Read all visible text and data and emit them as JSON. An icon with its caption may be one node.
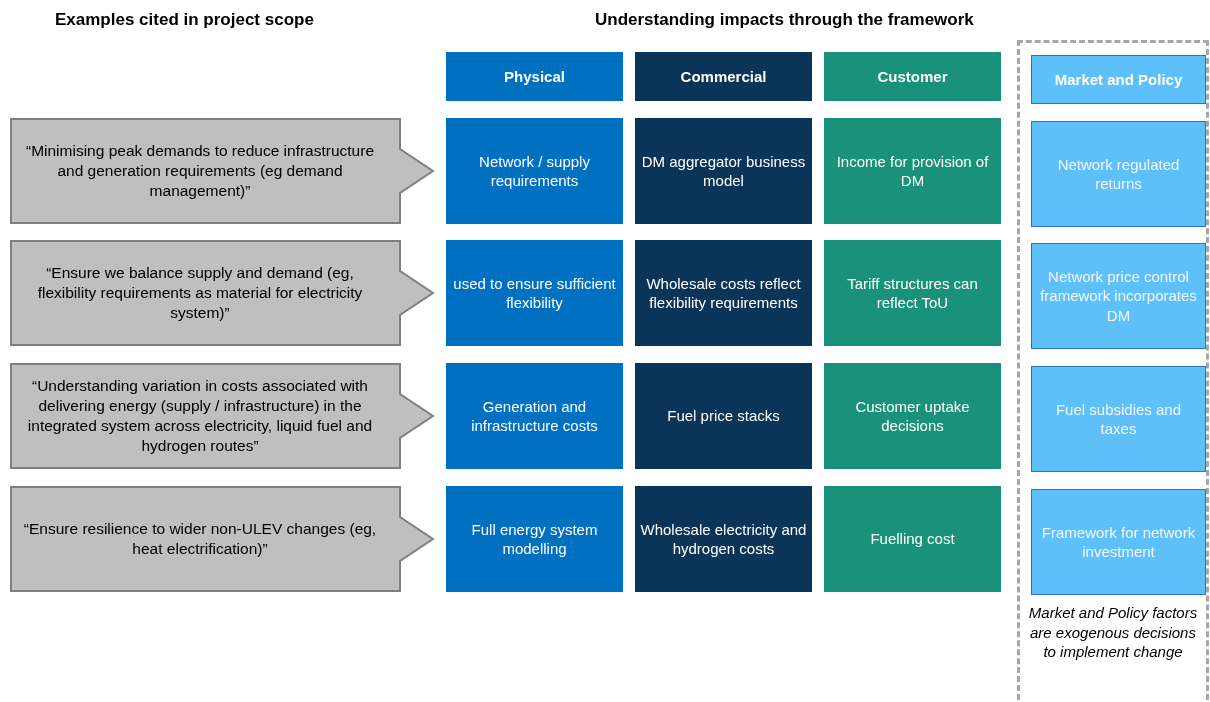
{
  "diagram": {
    "nodes": [
      {
        "text": [
          "Physical"
        ]
      },
      {
        "text": [
          "Commercial"
        ]
      },
      {
        "text": [
          "Customer"
        ]
      },
      {
        "text": [
          "Market and Policy factors are exogenous decisions to implement change"
        ]
      },
      {
        "text": [
          "Market and Policy"
        ],
        "in": 3
      },
      {
        "text": [
          "“Minimising peak demands to reduce infrastructure and generation requirements (eg demand management)”"
        ]
      },
      {
        "text": [
          "Network / supply requirements"
        ]
      },
      {
        "text": [
          "DM aggregator business model"
        ]
      },
      {
        "text": [
          "Income for provision of DM"
        ]
      },
      {
        "text": [
          "Network regulated returns"
        ],
        "in": 3
      },
      {
        "text": [
          "“Ensure we balance supply and demand  (eg, flexibility requirements as material for electricity system)”"
        ]
      },
      {
        "text": [
          "used to ensure sufficient flexibility"
        ]
      },
      {
        "text": [
          "Wholesale costs reflect flexibility requirements"
        ]
      },
      {
        "text": [
          "Tariff structures can reflect ToU"
        ]
      },
      {
        "text": [
          "Network price control framework incorporates DM"
        ],
        "in": 3
      },
      {
        "text": [
          "“Understanding variation in costs associated with delivering energy (supply / infrastructure) in the integrated system across electricity, liquid fuel and hydrogen routes”"
        ]
      },
      {
        "text": [
          "Generation and infrastructure costs"
        ]
      },
      {
        "text": [
          "Fuel price stacks"
        ]
      },
      {
        "text": [
          "Customer uptake decisions"
        ]
      },
      {
        "text": [
          "Fuel subsidies and taxes"
        ],
        "in": 3
      },
      {
        "text": [
          "“Ensure resilience to wider non-ULEV changes (eg, heat electrification)”"
        ]
      },
      {
        "text": [
          "Full energy system modelling"
        ]
      },
      {
        "text": [
          "Wholesale electricity and hydrogen costs"
        ]
      },
      {
        "text": [
          "Fuelling cost"
        ]
      },
      {
        "text": [
          "Framework for network investment"
        ],
        "in": 3
      }
    ],
    "labels": [
      "Examples cited in project scope",
      "Understanding impacts through the framework"
    ]
  }
}
